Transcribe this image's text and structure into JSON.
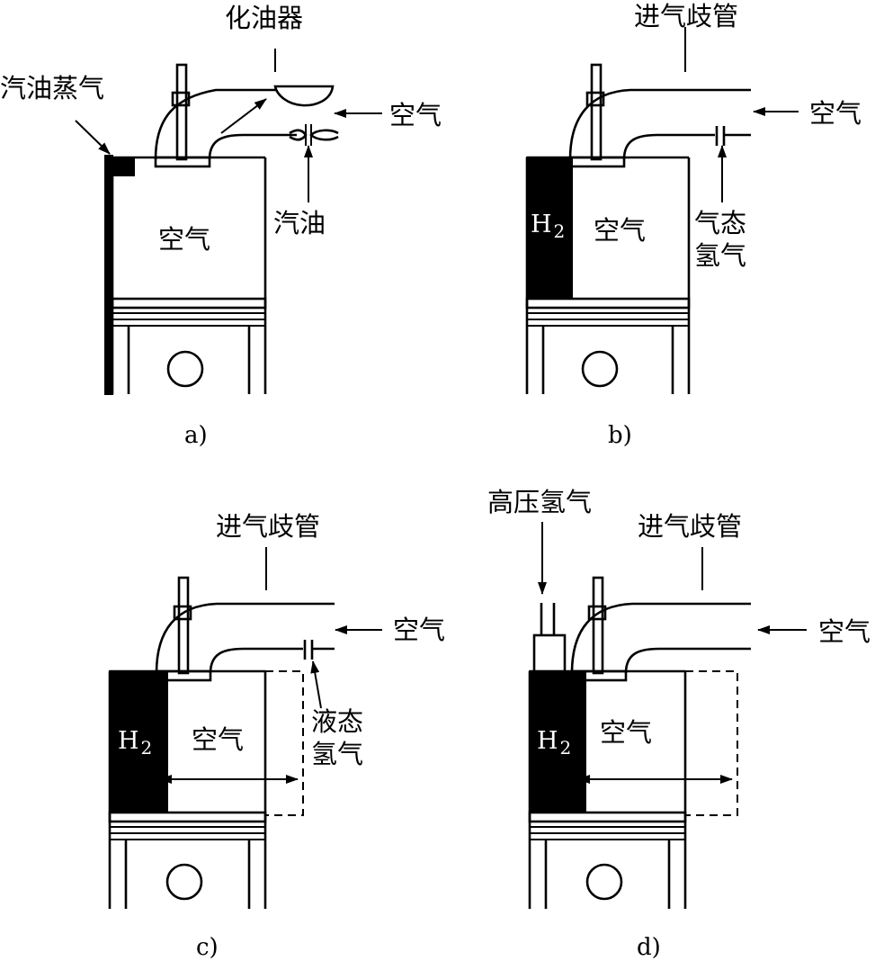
{
  "panels": {
    "a": {
      "caption": "a)",
      "carburetor": "化油器",
      "fuel_vapor": "汽油蒸气",
      "air_in": "空气",
      "gasoline": "汽油",
      "cylinder_air": "空气"
    },
    "b": {
      "caption": "b)",
      "manifold": "进气歧管",
      "air_in": "空气",
      "h2_main": "H",
      "h2_sub": "2",
      "cylinder_air": "空气",
      "gas_h2_line1": "气态",
      "gas_h2_line2": "氢气"
    },
    "c": {
      "caption": "c)",
      "manifold": "进气歧管",
      "air_in": "空气",
      "h2_main": "H",
      "h2_sub": "2",
      "cylinder_air": "空气",
      "liq_h2_line1": "液态",
      "liq_h2_line2": "氢气"
    },
    "d": {
      "caption": "d)",
      "high_pressure_h2": "高压氢气",
      "manifold": "进气歧管",
      "air_in": "空气",
      "h2_main": "H",
      "h2_sub": "2",
      "cylinder_air": "空气"
    }
  },
  "colors": {
    "ink": "#000000",
    "paper": "#ffffff"
  }
}
